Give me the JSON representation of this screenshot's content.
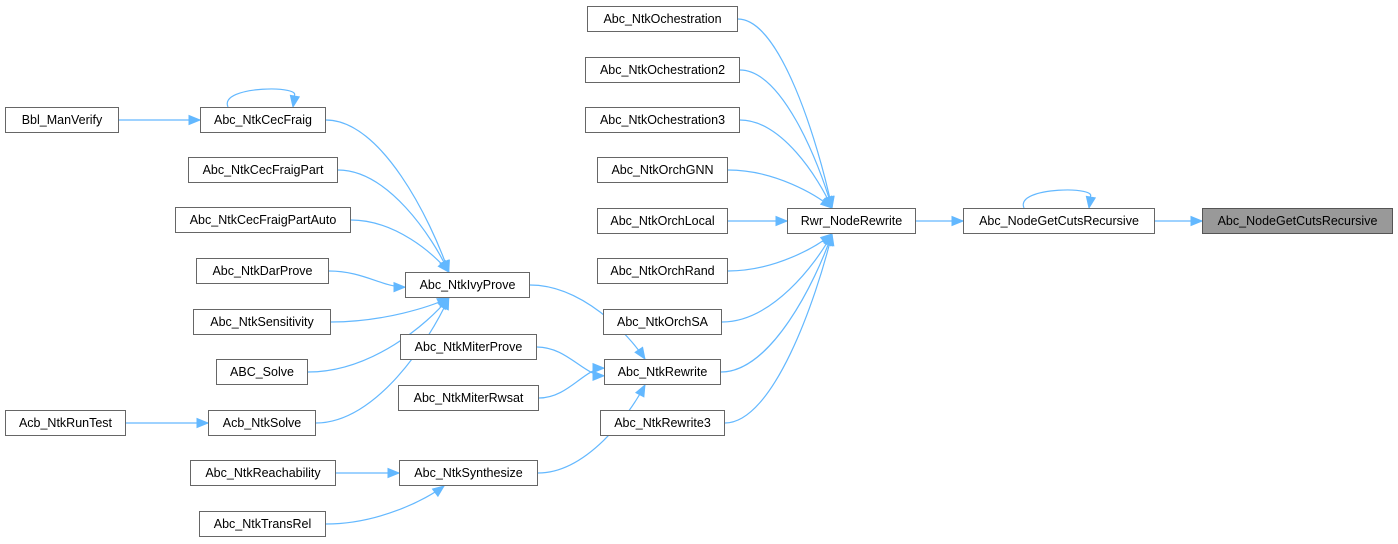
{
  "graph": {
    "type": "caller-graph",
    "colors": {
      "edge": "#63b8ff",
      "node_border": "#666666",
      "current_fill": "#999999"
    },
    "nodes": [
      {
        "id": "bbl_manverify",
        "label": "Bbl_ManVerify"
      },
      {
        "id": "cecfraig",
        "label": "Abc_NtkCecFraig"
      },
      {
        "id": "cecfraigpart",
        "label": "Abc_NtkCecFraigPart"
      },
      {
        "id": "cecfraigpartauto",
        "label": "Abc_NtkCecFraigPartAuto"
      },
      {
        "id": "darprove",
        "label": "Abc_NtkDarProve"
      },
      {
        "id": "sensitivity",
        "label": "Abc_NtkSensitivity"
      },
      {
        "id": "abc_solve",
        "label": "ABC_Solve"
      },
      {
        "id": "acb_ntksolve",
        "label": "Acb_NtkSolve"
      },
      {
        "id": "acb_runtest",
        "label": "Acb_NtkRunTest"
      },
      {
        "id": "reachability",
        "label": "Abc_NtkReachability"
      },
      {
        "id": "transrel",
        "label": "Abc_NtkTransRel"
      },
      {
        "id": "ivyprove",
        "label": "Abc_NtkIvyProve"
      },
      {
        "id": "miterprove",
        "label": "Abc_NtkMiterProve"
      },
      {
        "id": "miterrwsat",
        "label": "Abc_NtkMiterRwsat"
      },
      {
        "id": "synthesize",
        "label": "Abc_NtkSynthesize"
      },
      {
        "id": "ntkrewrite",
        "label": "Abc_NtkRewrite"
      },
      {
        "id": "och1",
        "label": "Abc_NtkOchestration"
      },
      {
        "id": "och2",
        "label": "Abc_NtkOchestration2"
      },
      {
        "id": "och3",
        "label": "Abc_NtkOchestration3"
      },
      {
        "id": "orchgnn",
        "label": "Abc_NtkOrchGNN"
      },
      {
        "id": "orchlocal",
        "label": "Abc_NtkOrchLocal"
      },
      {
        "id": "orchrand",
        "label": "Abc_NtkOrchRand"
      },
      {
        "id": "orchsa",
        "label": "Abc_NtkOrchSA"
      },
      {
        "id": "rewrite3",
        "label": "Abc_NtkRewrite3"
      },
      {
        "id": "rwr_noderewrite",
        "label": "Rwr_NodeRewrite"
      },
      {
        "id": "getcuts_caller",
        "label": "Abc_NodeGetCutsRecursive"
      },
      {
        "id": "getcuts_current",
        "label": "Abc_NodeGetCutsRecursive",
        "current": true
      }
    ],
    "edges": [
      [
        "bbl_manverify",
        "cecfraig"
      ],
      [
        "cecfraig",
        "cecfraig"
      ],
      [
        "cecfraig",
        "ivyprove"
      ],
      [
        "cecfraigpart",
        "ivyprove"
      ],
      [
        "cecfraigpartauto",
        "ivyprove"
      ],
      [
        "darprove",
        "ivyprove"
      ],
      [
        "sensitivity",
        "ivyprove"
      ],
      [
        "abc_solve",
        "ivyprove"
      ],
      [
        "acb_ntksolve",
        "ivyprove"
      ],
      [
        "acb_runtest",
        "acb_ntksolve"
      ],
      [
        "ivyprove",
        "ntkrewrite"
      ],
      [
        "miterprove",
        "ntkrewrite"
      ],
      [
        "miterrwsat",
        "ntkrewrite"
      ],
      [
        "synthesize",
        "ntkrewrite"
      ],
      [
        "reachability",
        "synthesize"
      ],
      [
        "transrel",
        "synthesize"
      ],
      [
        "och1",
        "rwr_noderewrite"
      ],
      [
        "och2",
        "rwr_noderewrite"
      ],
      [
        "och3",
        "rwr_noderewrite"
      ],
      [
        "orchgnn",
        "rwr_noderewrite"
      ],
      [
        "orchlocal",
        "rwr_noderewrite"
      ],
      [
        "orchrand",
        "rwr_noderewrite"
      ],
      [
        "orchsa",
        "rwr_noderewrite"
      ],
      [
        "ntkrewrite",
        "rwr_noderewrite"
      ],
      [
        "rewrite3",
        "rwr_noderewrite"
      ],
      [
        "rwr_noderewrite",
        "getcuts_caller"
      ],
      [
        "getcuts_caller",
        "getcuts_caller"
      ],
      [
        "getcuts_caller",
        "getcuts_current"
      ]
    ]
  }
}
